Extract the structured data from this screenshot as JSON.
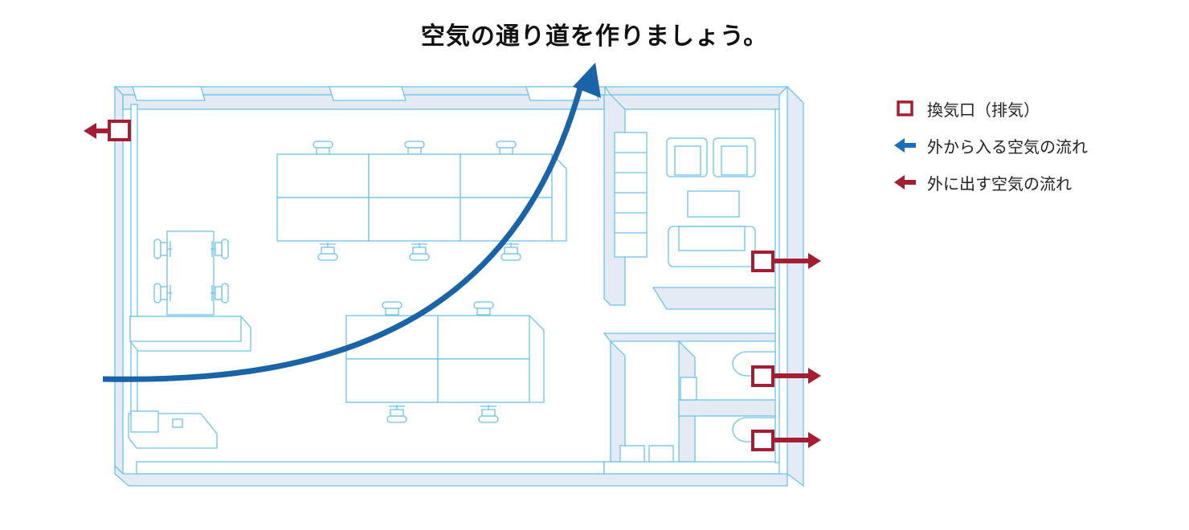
{
  "title": "空気の通り道を作りましょう。",
  "colors": {
    "exhaust": "#a51d32",
    "inflow": "#1a63a6",
    "legend_inflow": "#1b6fbd",
    "wall_line": "#6cc3e6",
    "wall_fill": "#e4ebf5"
  },
  "legend": [
    {
      "icon": "vent-square-icon",
      "label": "換気口（排気）"
    },
    {
      "icon": "blue-arrow-left-icon",
      "label": "外から入る空気の流れ"
    },
    {
      "icon": "red-arrow-left-icon",
      "label": "外に出す空気の流れ"
    }
  ]
}
